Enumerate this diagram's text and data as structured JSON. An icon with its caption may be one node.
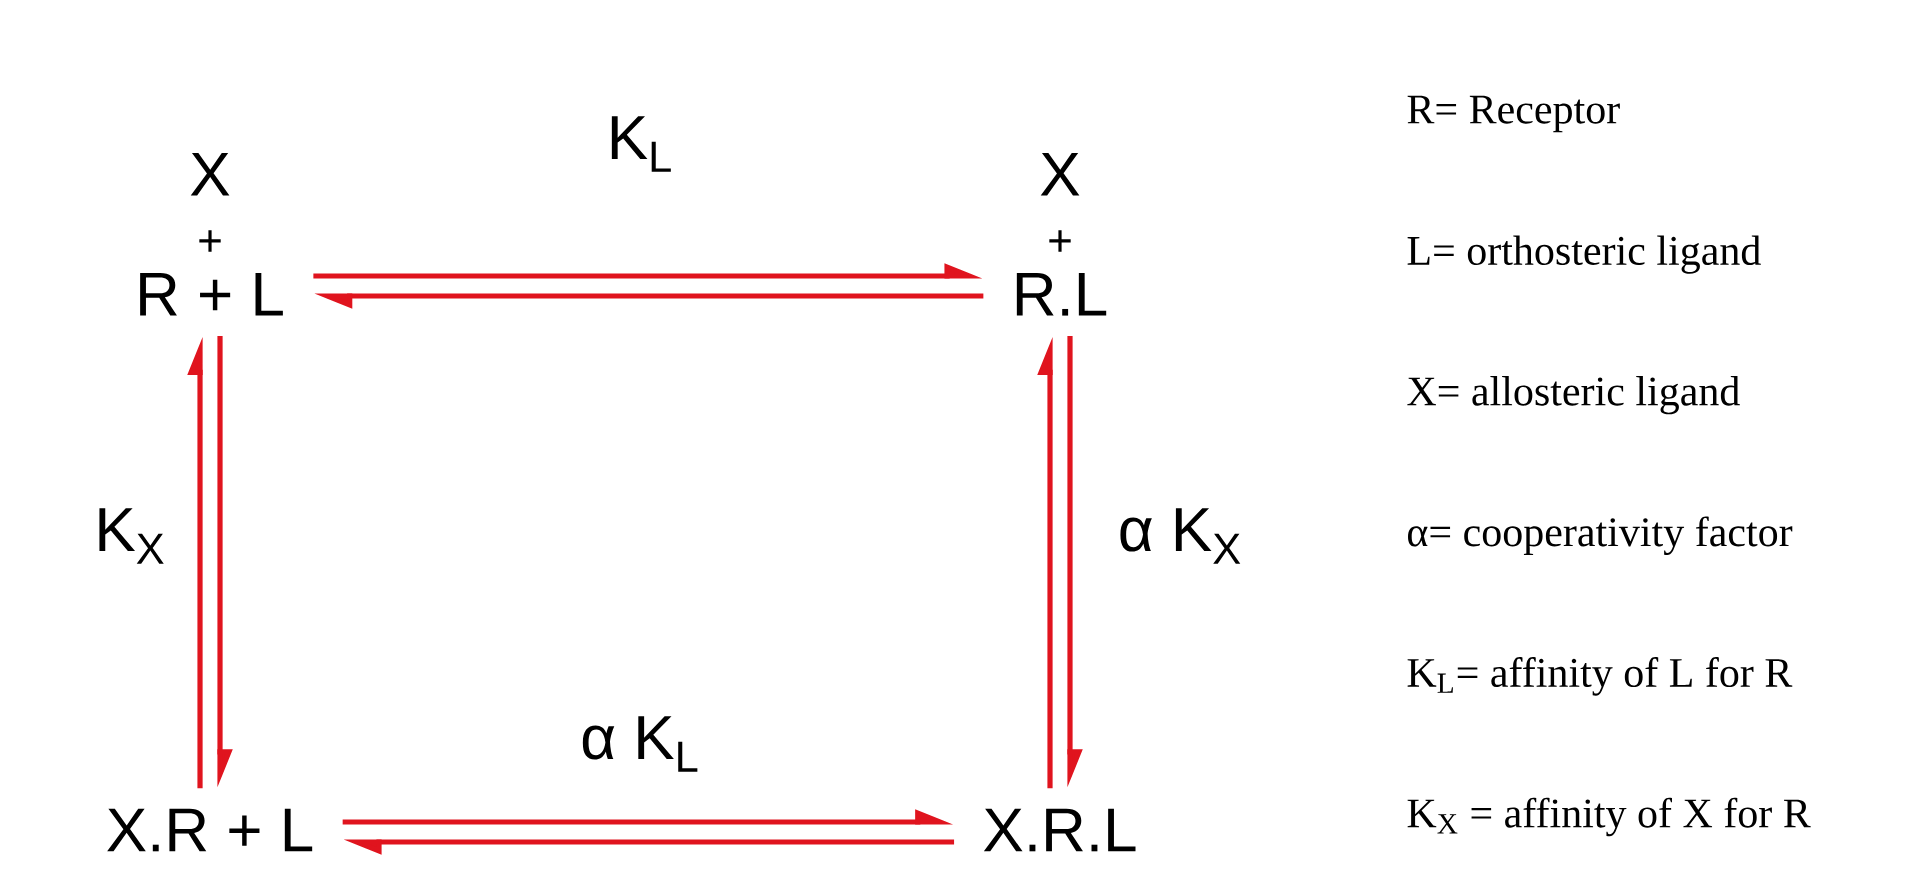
{
  "diagram": {
    "nodes": [
      {
        "text": [
          "X",
          "+",
          "R + L"
        ]
      },
      {
        "text": [
          "X",
          "+",
          "R.L"
        ]
      },
      {
        "text": [
          "X.R + L"
        ]
      },
      {
        "text": [
          "X.R.L"
        ]
      }
    ],
    "edges": [
      {
        "from": 0,
        "to": 1,
        "arrow": "to",
        "label": "K$_{L}$",
        "color": "#e0141e"
      },
      {
        "from": 1,
        "to": 0,
        "arrow": "to",
        "color": "#e0141e"
      },
      {
        "from": 2,
        "to": 0,
        "arrow": "to",
        "label": "K$_{X}$",
        "color": "#e0141e"
      },
      {
        "from": 0,
        "to": 2,
        "arrow": "to",
        "color": "#e0141e"
      },
      {
        "from": 3,
        "to": 1,
        "arrow": "to",
        "label": "α K$_{X}$",
        "color": "#e0141e"
      },
      {
        "from": 1,
        "to": 3,
        "arrow": "to",
        "color": "#e0141e"
      },
      {
        "from": 2,
        "to": 3,
        "arrow": "to",
        "label": "α K$_{L}$",
        "color": "#e0141e"
      },
      {
        "from": 3,
        "to": 2,
        "arrow": "to",
        "color": "#e0141e"
      }
    ],
    "labels": [
      "R= Receptor",
      "L= orthosteric ligand",
      "X= allosteric ligand",
      "α= cooperativity factor",
      "K$_{L}$= affinity of L for R",
      "K$_{X}$ = affinity of X for R"
    ]
  }
}
